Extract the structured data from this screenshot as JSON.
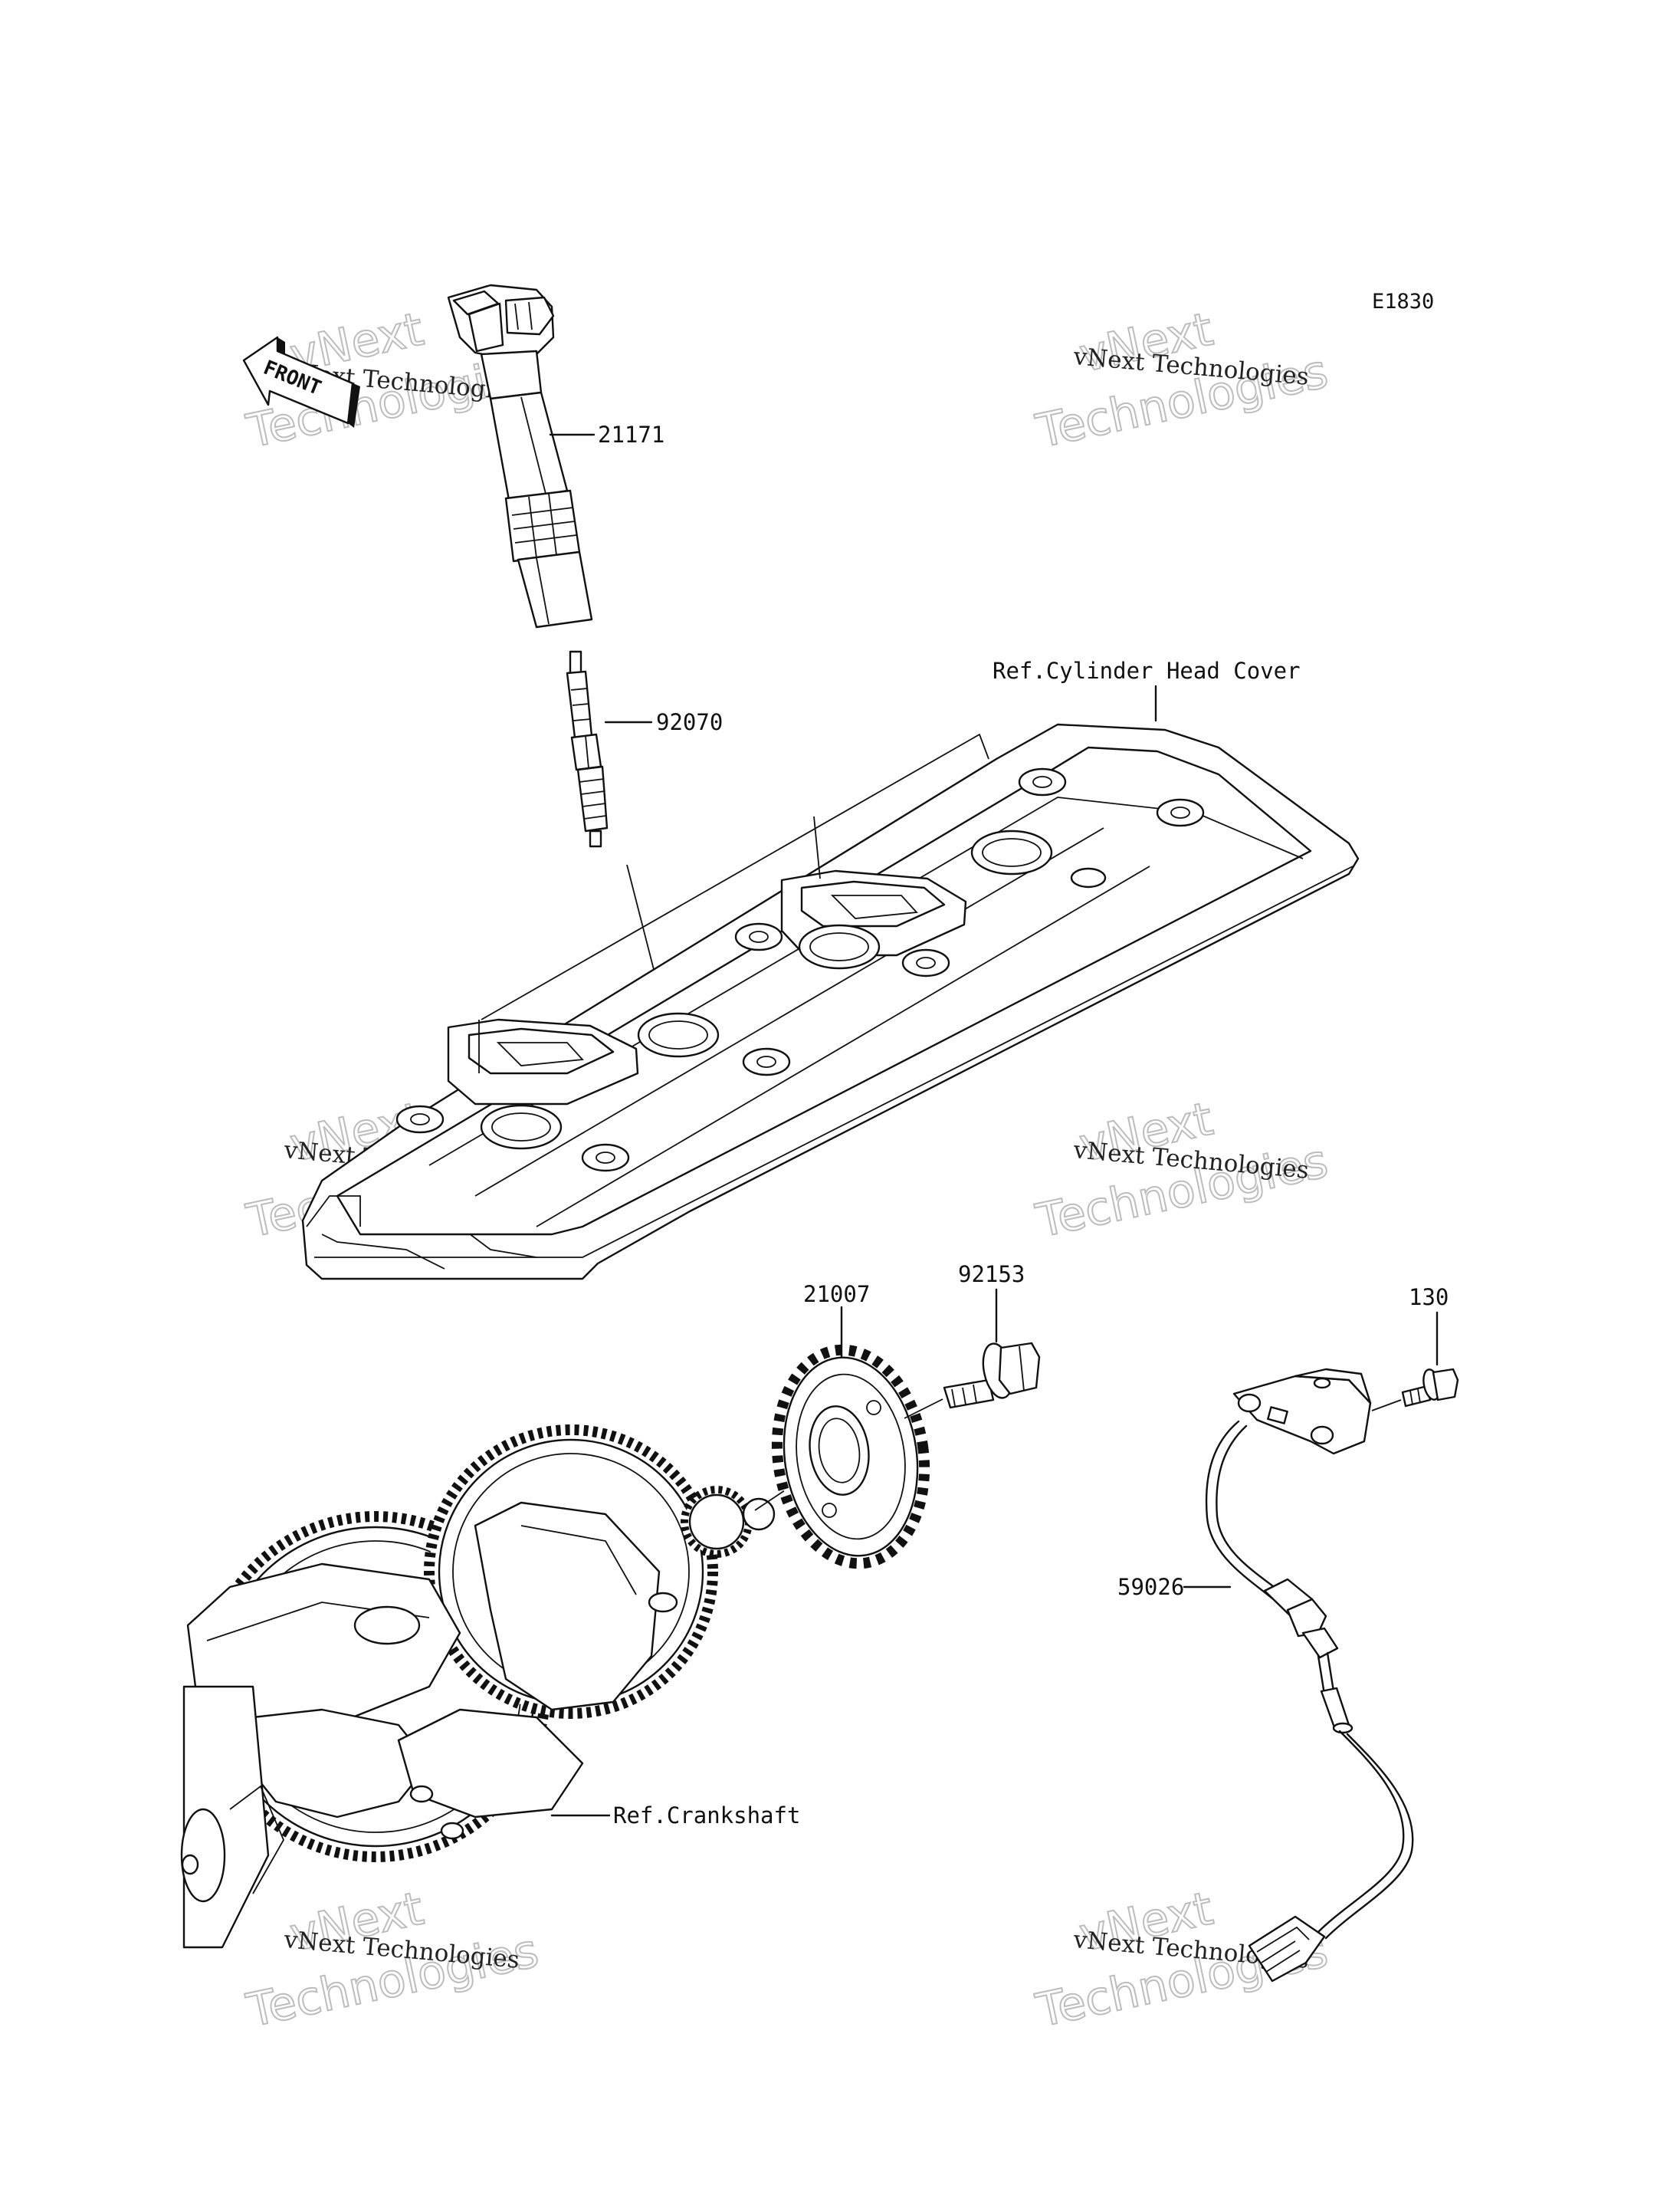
{
  "diagram_code": "E1830",
  "front_badge": "FRONT",
  "part_labels": {
    "ignition_coil": "21171",
    "spark_plug": "92070",
    "cylinder_head_cover_ref": "Ref.Cylinder Head Cover",
    "timing_rotor": "21007",
    "rotor_bolt": "92153",
    "sensor_bolt": "130",
    "crankshaft_sensor": "59026",
    "crankshaft_ref": "Ref.Crankshaft"
  },
  "watermark": {
    "line_small": "vNext Technologies",
    "line_large_1": "vNext",
    "line_large_2": "Technologies"
  }
}
